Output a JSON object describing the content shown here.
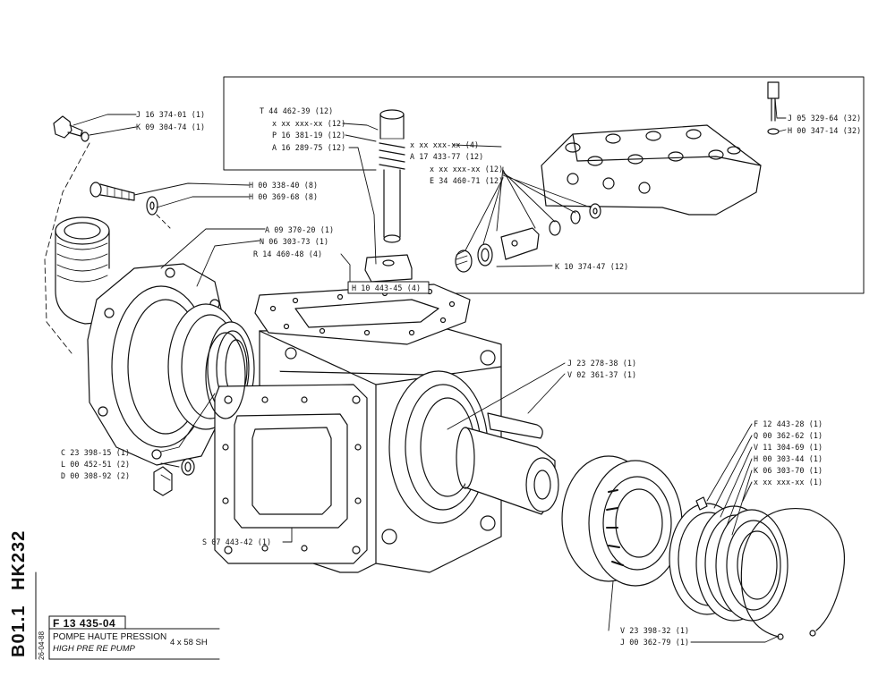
{
  "sheet": {
    "side_code_1": "HK232",
    "side_code_2": "B01.1",
    "date": "26-04-88",
    "drawing_number": "F 13 435-04",
    "title_fr": "POMPE HAUTE PRESSION",
    "title_en": "HIGH PRE      RE PUMP",
    "model": "4 x 58 SH"
  },
  "parts": {
    "p01": "J 16 374-01 (1)",
    "p02": "K 09 304-74 (1)",
    "p03": "H 00 338-40 (8)",
    "p04": "H 00 369-68 (8)",
    "p05": "A 09 370-20 (1)",
    "p06": "N 06 303-73 (1)",
    "p07": "R 14 460-48 (4)",
    "p08": "T 44 462-39 (12)",
    "p09": "x xx xxx-xx (12)",
    "p10": "P 16 381-19 (12)",
    "p11": "A 16 289-75 (12)",
    "p12": "x xx xxx-xx (4)",
    "p13": "A 17 433-77 (12)",
    "p14": "x xx xxx-xx (12)",
    "p15": "E 34 460-71 (12)",
    "p16": "J 05 329-64 (32)",
    "p17": "H 00 347-14 (32)",
    "p18": "K 10 374-47 (12)",
    "p19": "H 10 443-45 (4)",
    "p20": "J 23 278-38 (1)",
    "p21": "V 02 361-37 (1)",
    "p22": "C 23 398-15 (1)",
    "p23": "L 00 452-51 (2)",
    "p24": "D 00 308-92 (2)",
    "p25": "S 07 443-42 (1)",
    "p26": "F 12 443-28 (1)",
    "p27": "Q 00 362-62 (1)",
    "p28": "V 11 304-69 (1)",
    "p29": "H 00 303-44 (1)",
    "p30": "K 06 303-70 (1)",
    "p31": "x xx xxx-xx (1)",
    "p32": "V 23 398-32 (1)",
    "p33": "J 00 362-79 (1)"
  }
}
